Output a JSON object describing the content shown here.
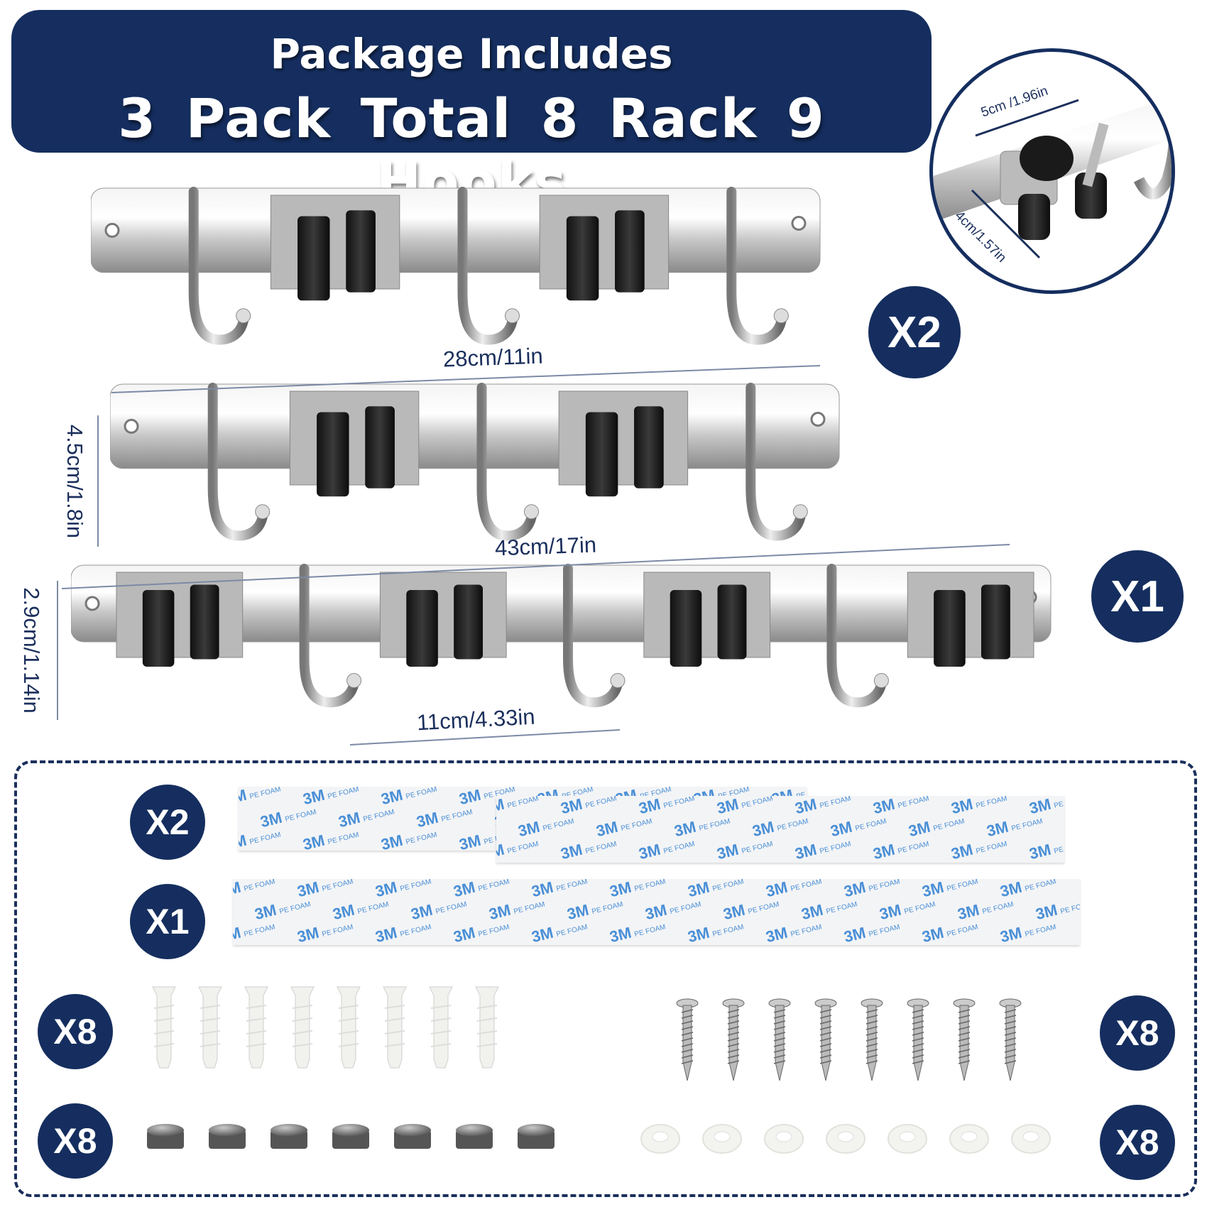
{
  "header": {
    "title": "Package Includes",
    "subtitle": "3 Pack  Total  8  Rack 9 Hooks"
  },
  "detail_circle": {
    "width_label": "5cm /1.96in",
    "depth_label": "4cm/1.57in"
  },
  "racks": {
    "small_rack_quantity": "X2",
    "large_rack_quantity": "X1",
    "small_rack_length": "28cm/11in",
    "small_rack_height": "4.5cm/1.8in",
    "large_rack_length": "43cm/17in",
    "large_rack_height": "2.9cm/1.14in",
    "spacing": "11cm/4.33in"
  },
  "accessories": {
    "small_tape_quantity": "X2",
    "large_tape_quantity": "X1",
    "tape_print": "3M",
    "tape_print_sub": "PE FOAM",
    "anchors_quantity": "X8",
    "screws_quantity": "X8",
    "magnets_quantity": "X8",
    "washers_quantity": "X8"
  },
  "colors": {
    "navy": "#152e5f",
    "tape_text": "#4a8fd6"
  }
}
